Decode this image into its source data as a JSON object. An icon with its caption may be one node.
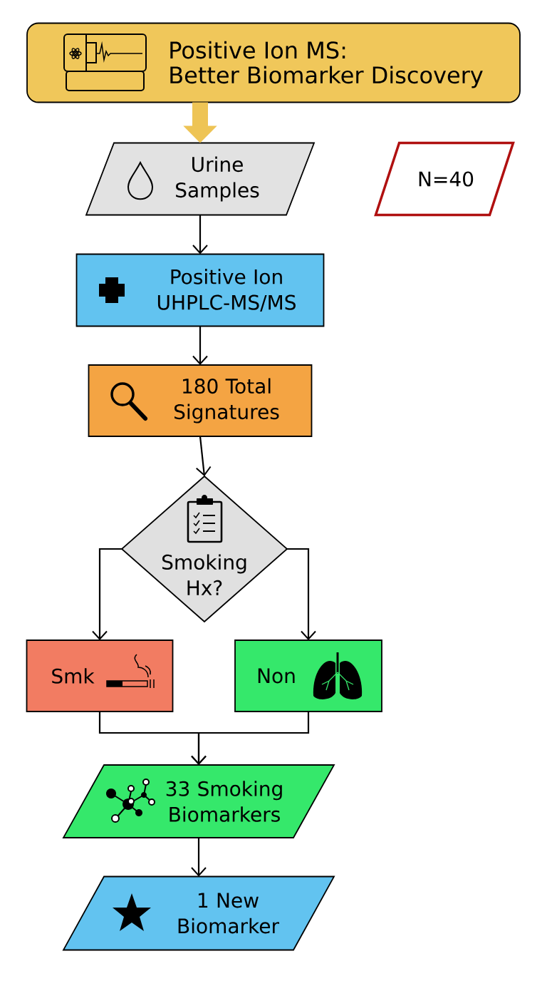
{
  "diagram": {
    "nodes": [
      {
        "text": [
          "Positive Ion MS:",
          "Better Biomarker Discovery"
        ]
      },
      {
        "text": [
          "Urine Samples"
        ]
      },
      {
        "text": [
          "N=40"
        ]
      },
      {
        "text": [
          "Positive Ion UHPLC-MS/MS"
        ]
      },
      {
        "text": [
          "180 Total Signatures"
        ]
      },
      {
        "text": [
          "Smoking Hx?"
        ]
      },
      {
        "text": [
          "Smk"
        ]
      },
      {
        "text": [
          "Non"
        ]
      },
      {
        "text": [
          "33 Smoking Biomarkers"
        ]
      },
      {
        "text": [
          "1 New Biomarker"
        ]
      }
    ],
    "edges": [
      {
        "from": 0,
        "to": 1,
        "arrow": "to",
        "style": "thick",
        "color": "#eec455"
      },
      {
        "from": 1,
        "to": 3,
        "arrow": "to"
      },
      {
        "from": 3,
        "to": 4,
        "arrow": "to"
      },
      {
        "from": 4,
        "to": 5,
        "arrow": "to"
      },
      {
        "from": 5,
        "to": 6,
        "arrow": "to"
      },
      {
        "from": 5,
        "to": 7,
        "arrow": "to"
      },
      {
        "from": 6,
        "to": 8,
        "arrow": "to"
      },
      {
        "from": 7,
        "to": 8,
        "arrow": "to"
      },
      {
        "from": 8,
        "to": 9,
        "arrow": "to"
      }
    ]
  }
}
